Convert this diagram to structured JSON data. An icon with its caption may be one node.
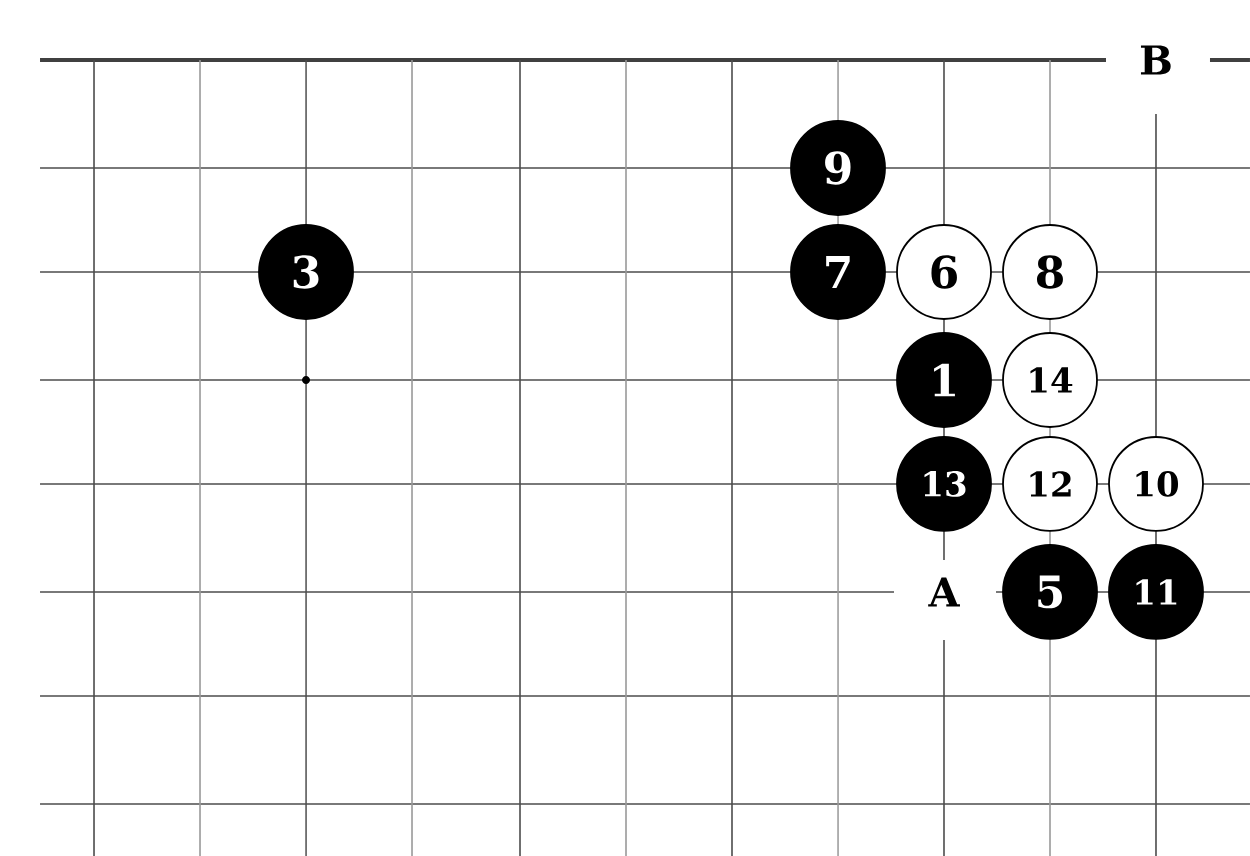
{
  "diagram": {
    "nodes": [
      {
        "text": [
          "9"
        ]
      },
      {
        "text": [
          "3"
        ]
      },
      {
        "text": [
          "7"
        ]
      },
      {
        "text": [
          "6"
        ]
      },
      {
        "text": [
          "8"
        ]
      },
      {
        "text": [
          "1"
        ]
      },
      {
        "text": [
          "14"
        ]
      },
      {
        "text": [
          "13"
        ]
      },
      {
        "text": [
          "12"
        ]
      },
      {
        "text": [
          "10"
        ]
      },
      {
        "text": [
          "5"
        ]
      },
      {
        "text": [
          "11"
        ]
      }
    ],
    "labels": [
      "B",
      "A"
    ]
  }
}
